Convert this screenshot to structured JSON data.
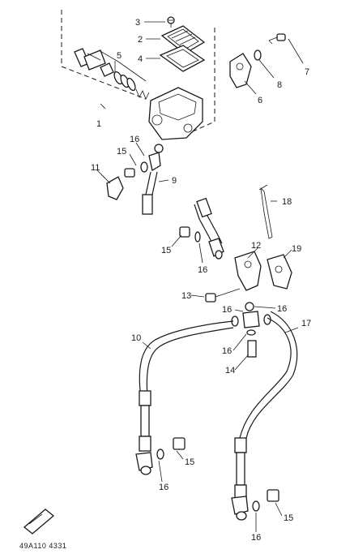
{
  "callouts": [
    {
      "id": "c3",
      "text": "3"
    },
    {
      "id": "c2",
      "text": "2"
    },
    {
      "id": "c4",
      "text": "4"
    },
    {
      "id": "c5",
      "text": "5"
    },
    {
      "id": "c1",
      "text": "1"
    },
    {
      "id": "c7",
      "text": "7"
    },
    {
      "id": "c8",
      "text": "8"
    },
    {
      "id": "c6",
      "text": "6"
    },
    {
      "id": "c16a",
      "text": "16"
    },
    {
      "id": "c15a",
      "text": "15"
    },
    {
      "id": "c11",
      "text": "11"
    },
    {
      "id": "c9",
      "text": "9"
    },
    {
      "id": "c18",
      "text": "18"
    },
    {
      "id": "c15b",
      "text": "15"
    },
    {
      "id": "c16b",
      "text": "16"
    },
    {
      "id": "c12",
      "text": "12"
    },
    {
      "id": "c19",
      "text": "19"
    },
    {
      "id": "c13",
      "text": "13"
    },
    {
      "id": "c16c",
      "text": "16"
    },
    {
      "id": "c16d",
      "text": "16"
    },
    {
      "id": "c10",
      "text": "10"
    },
    {
      "id": "c17",
      "text": "17"
    },
    {
      "id": "c16e",
      "text": "16"
    },
    {
      "id": "c14",
      "text": "14"
    },
    {
      "id": "c15c",
      "text": "15"
    },
    {
      "id": "c16f",
      "text": "16"
    },
    {
      "id": "c15d",
      "text": "15"
    },
    {
      "id": "c16g",
      "text": "16"
    }
  ],
  "diagram_code": "49A110 4331",
  "brand_icon": "front-arrow-icon"
}
